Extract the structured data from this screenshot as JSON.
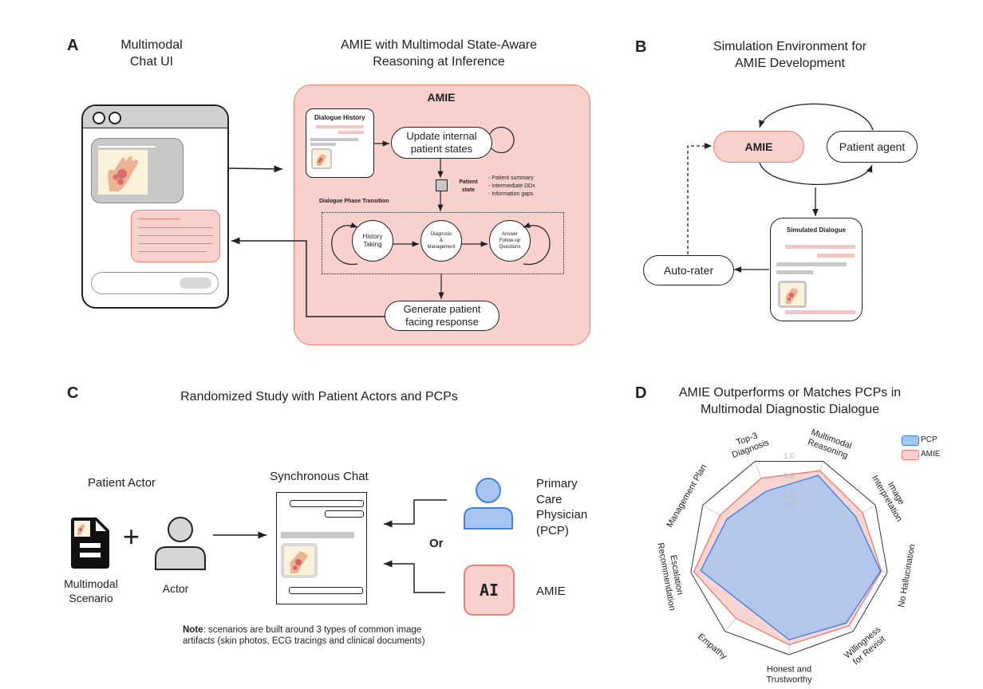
{
  "panels": {
    "a": {
      "letter": "A",
      "chat_ui_title_1": "Multimodal",
      "chat_ui_title_2": "Chat UI",
      "amie_title_1": "AMIE with Multimodal State-Aware",
      "amie_title_2": "Reasoning at Inference",
      "amie_box_label": "AMIE",
      "dialogue_history_label": "Dialogue History",
      "update_states_1": "Update internal",
      "update_states_2": "patient states",
      "patient_state_label_1": "Patient",
      "patient_state_label_2": "state",
      "patient_state_items": [
        "- Patient summary",
        "- Intermediate DDx",
        "- Information gaps"
      ],
      "phase_transition_label": "Dialogue Phase Transition",
      "phases": [
        {
          "line1": "History",
          "line2": "Taking",
          "line3": ""
        },
        {
          "line1": "Diagnosis",
          "line2": "&",
          "line3": "Management"
        },
        {
          "line1": "Answer",
          "line2": "Follow-up",
          "line3": "Questions"
        }
      ],
      "generate_1": "Generate patient",
      "generate_2": "facing response"
    },
    "b": {
      "letter": "B",
      "title_1": "Simulation Environment for",
      "title_2": "AMIE Development",
      "amie_node": "AMIE",
      "patient_agent_node": "Patient agent",
      "simulated_dialogue_label": "Simulated Dialogue",
      "auto_rater_node": "Auto-rater"
    },
    "c": {
      "letter": "C",
      "title": "Randomized Study with Patient Actors and PCPs",
      "patient_actor_label": "Patient Actor",
      "scenario_label_1": "Multimodal",
      "scenario_label_2": "Scenario",
      "plus": "+",
      "actor_label": "Actor",
      "sync_chat_label": "Synchronous Chat",
      "or_label": "Or",
      "pcp_label": [
        "Primary",
        "Care",
        "Physician",
        "(PCP)"
      ],
      "ai_badge": "AI",
      "amie_label": "AMIE",
      "note_bold": "Note",
      "note_line1": ": scenarios are built around 3 types of common image",
      "note_line2": "artifacts (skin photos, ECG tracings and  clinical documents)"
    },
    "d": {
      "letter": "D",
      "title_1": "AMIE Outperforms or Matches PCPs in",
      "title_2": "Multimodal Diagnostic Dialogue"
    }
  },
  "colors": {
    "amie_pink": "#f8d0cc",
    "amie_border": "#ee7f72",
    "pcp_blue": "#a8c4f0",
    "pcp_border": "#3b82e6",
    "skin": "#e9b48f",
    "lesion": "#d9606a",
    "photo_bg": "#fcf1dd"
  },
  "chart_data": {
    "type": "radar",
    "title": "AMIE Outperforms or Matches PCPs in Multimodal Diagnostic Dialogue",
    "axes": [
      {
        "label_lines": [
          "Honest and",
          "Trustworthy"
        ]
      },
      {
        "label_lines": [
          "Empathy"
        ]
      },
      {
        "label_lines": [
          "Escalation",
          "Recommendation"
        ]
      },
      {
        "label_lines": [
          "Management Plan"
        ]
      },
      {
        "label_lines": [
          "Top-3",
          "Diagnosis"
        ]
      },
      {
        "label_lines": [
          "Multimodal",
          "Reasoning"
        ]
      },
      {
        "label_lines": [
          "Image",
          "Interpretation"
        ]
      },
      {
        "label_lines": [
          "No Hallucination"
        ]
      },
      {
        "label_lines": [
          "Willingness",
          "for Revisit"
        ]
      }
    ],
    "categories": [
      "Honest and Trustworthy",
      "Empathy",
      "Escalation Recommendation",
      "Management Plan",
      "Top-3 Diagnosis",
      "Multimodal Reasoning",
      "Image Interpretation",
      "No Hallucination",
      "Willingness for Revisit"
    ],
    "series": [
      {
        "name": "AMIE",
        "values": [
          0.9,
          0.83,
          0.97,
          0.8,
          0.82,
          0.9,
          0.85,
          0.94,
          0.93
        ]
      },
      {
        "name": "PCP",
        "values": [
          0.85,
          0.67,
          0.9,
          0.72,
          0.68,
          0.85,
          0.77,
          0.93,
          0.89
        ]
      }
    ],
    "radial_ticks": [
      0.5,
      0.6,
      0.8,
      1.0
    ],
    "radial_tick_labels": [
      "0.5",
      "0.6",
      "0.8",
      "1.0"
    ],
    "rlim": [
      0,
      1.0
    ],
    "legend": [
      {
        "name": "PCP"
      },
      {
        "name": "AMIE"
      }
    ],
    "legend_position": "top-right",
    "grid": true
  }
}
